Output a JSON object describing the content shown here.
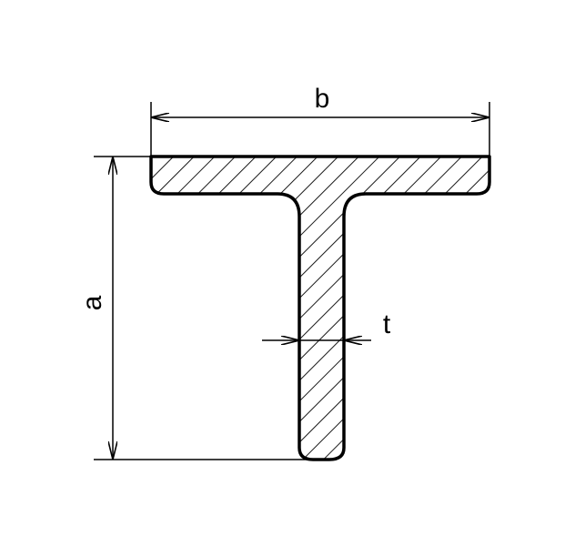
{
  "labels": {
    "width": "b",
    "height": "a",
    "thickness": "t"
  },
  "colors": {
    "stroke": "#000000",
    "background": "#ffffff"
  }
}
